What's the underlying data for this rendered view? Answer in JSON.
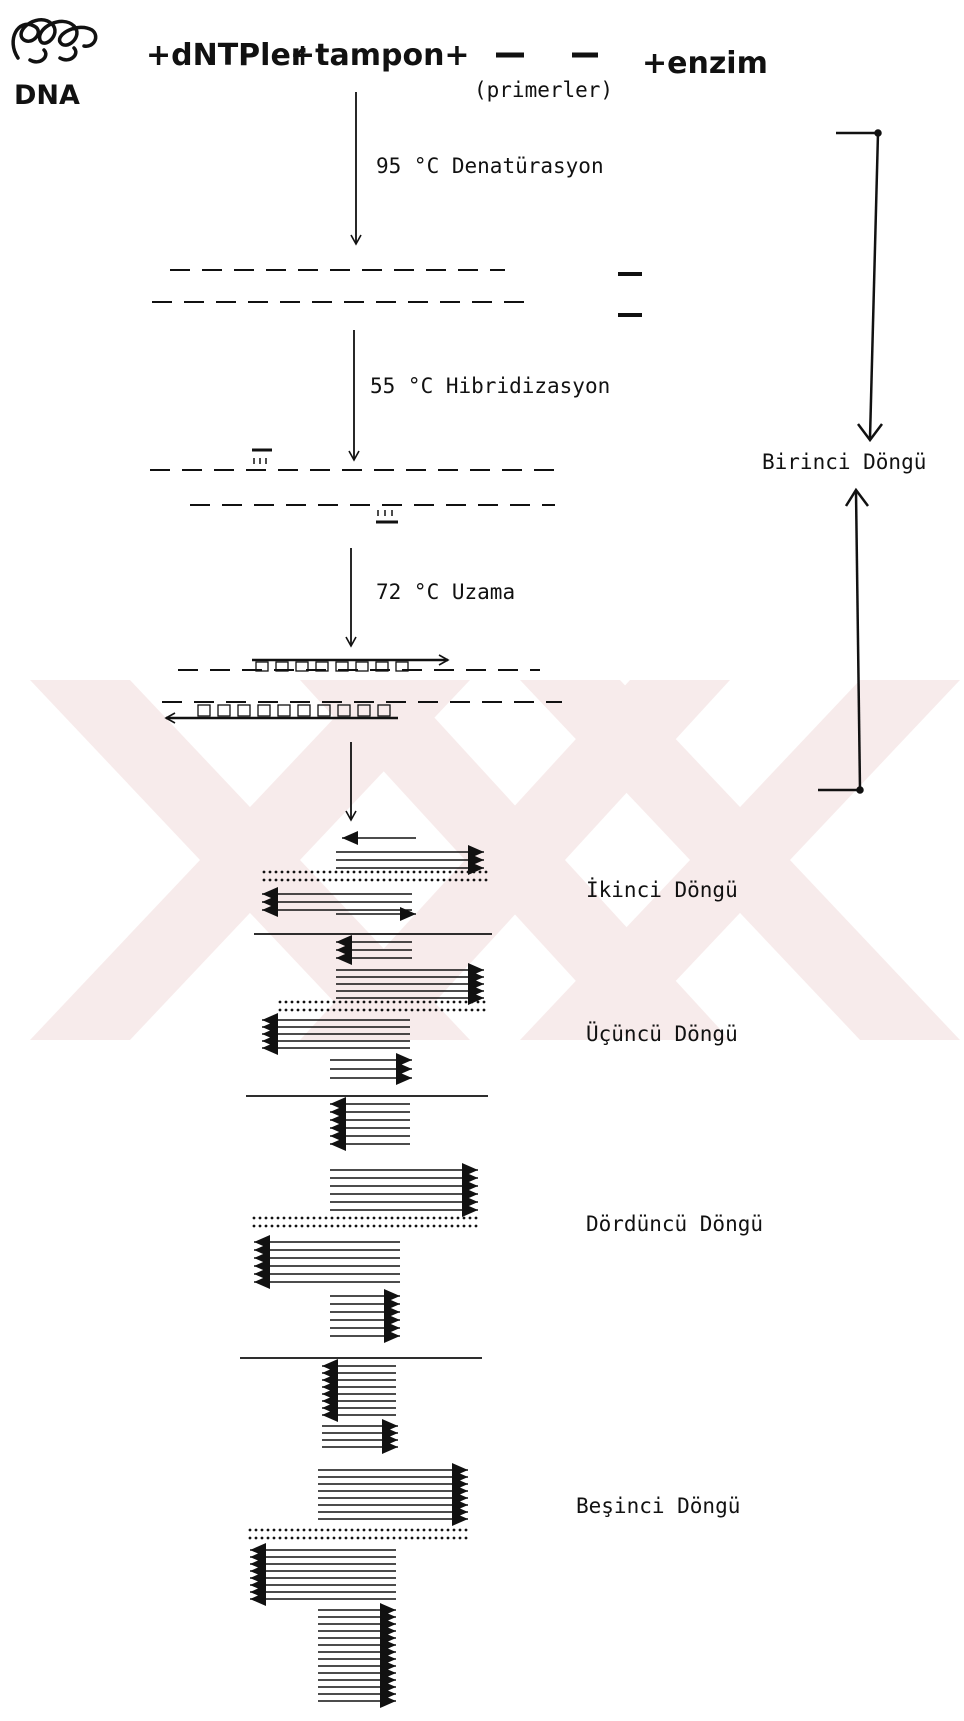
{
  "reagents": {
    "dna_label": "DNA",
    "dntp": "+dNTPler",
    "buffer": "+tampon+",
    "primers": "(primerler)",
    "enzyme": "+enzim"
  },
  "steps": [
    {
      "temp": "95 °C",
      "name": "Denatürasyon"
    },
    {
      "temp": "55 °C",
      "name": "Hibridizasyon"
    },
    {
      "temp": "72 °C",
      "name": "Uzama"
    }
  ],
  "cycles": {
    "first": "Birinci Döngü",
    "second": "İkinci Döngü",
    "third": "Üçüncü Döngü",
    "fourth": "Dördüncü Döngü",
    "fifth": "Beşinci Döngü"
  },
  "colors": {
    "ink": "#111111",
    "watermark": "#f2dcdc"
  }
}
